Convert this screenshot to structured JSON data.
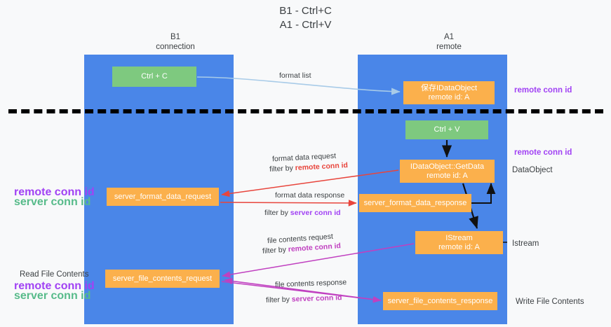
{
  "title": "B1 - Ctrl+C\nA1 - Ctrl+V",
  "columns": {
    "left": "B1\nconnection",
    "right": "A1\nremote"
  },
  "nodes": {
    "ctrl_c": "Ctrl + C",
    "save_idataobject": "保存IDataObject\nremote id: A",
    "ctrl_v": "Ctrl + V",
    "idataobject_getdata": "IDataObject::GetData\nremote id: A",
    "server_format_data_request": "server_format_data_request",
    "server_format_data_response": "server_format_data_response",
    "istream": "IStream\nremote id: A",
    "server_file_contents_request": "server_file_contents_request",
    "server_file_contents_response": "server_file_contents_response"
  },
  "edges": {
    "format_list": "format list",
    "format_data_request": "format data request",
    "format_data_request_filter_prefix": "filter by ",
    "format_data_request_filter_value": "remote conn id",
    "format_data_response": "format data response",
    "format_data_response_filter_prefix": "filter by ",
    "format_data_response_filter_value": "server conn id",
    "file_contents_request": "file contents request",
    "file_contents_request_filter_prefix": "filter by ",
    "file_contents_request_filter_value": "remote conn id",
    "file_contents_response": "file contents response",
    "file_contents_response_filter_prefix": "filter by ",
    "file_contents_response_filter_value": "server conn id"
  },
  "annotations": {
    "remote_conn_id_top": "remote conn id",
    "remote_conn_id_mid": "remote conn id",
    "dataobject": "DataObject",
    "istream": "Istream",
    "write_file_contents": "Write File Contents",
    "read_file_contents": "Read File Contents",
    "remote_conn_id_left": "remote conn id",
    "server_conn_id_left": "server conn id",
    "remote_conn_id_left2": "remote conn id",
    "server_conn_id_left2": "server conn id"
  },
  "colors": {
    "lane": "#4a86e8",
    "node_green": "#7ec97f",
    "node_orange": "#fbb04c",
    "accent_purple": "#a142f4",
    "accent_green": "#57bb8a",
    "accent_red": "#e8453c",
    "accent_magenta": "#c040c0",
    "arrow_blue": "#a8cbe8",
    "separator": "#000000",
    "background": "#f8f9fa"
  }
}
